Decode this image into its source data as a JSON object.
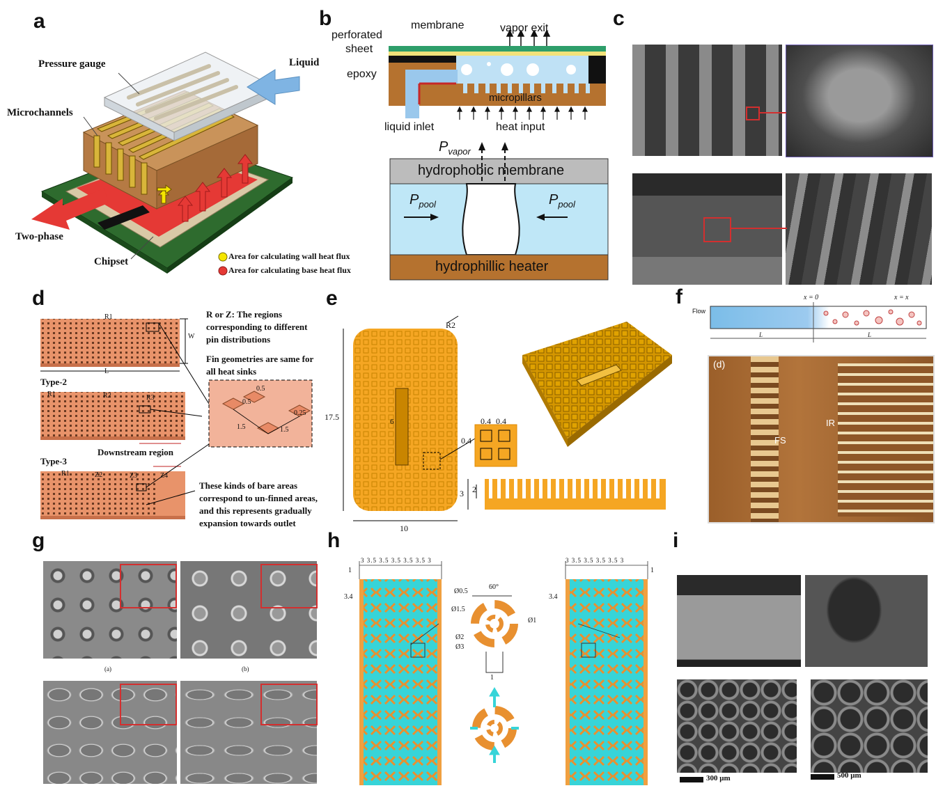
{
  "labels": {
    "a": "a",
    "b": "b",
    "c": "c",
    "d": "d",
    "e": "e",
    "f": "f",
    "g": "g",
    "h": "h",
    "i": "i"
  },
  "panel_a": {
    "pressure_gauge": "Pressure gauge",
    "liquid": "Liquid",
    "microchannels": "Microchannels",
    "two_phase": "Two-phase",
    "chipset": "Chipset",
    "legend_wall": "Area for calculating wall heat flux",
    "legend_base": "Area for calculating base heat flux",
    "colors": {
      "wall": "#f5e600",
      "base": "#e53935"
    }
  },
  "panel_b": {
    "perforated": "perforated",
    "sheet": "sheet",
    "membrane": "membrane",
    "vapor_exit": "vapor exit",
    "epoxy": "epoxy",
    "micropillars": "micropillars",
    "liquid_inlet": "liquid inlet",
    "heat_input": "heat input",
    "p_vapor": "P",
    "p_vapor_sub": "vapor",
    "hydrophobic": "hydrophobic membrane",
    "p_pool_left": "P",
    "p_pool_left_sub": "pool",
    "p_pool_right": "P",
    "p_pool_right_sub": "pool",
    "hydrophilic": "hydrophillic heater"
  },
  "panel_d": {
    "r1": "R1",
    "wh": "W",
    "lh": "L",
    "type2": "Type-2",
    "type3": "Type-3",
    "r1b": "R1",
    "r2": "R2",
    "r3": "R3",
    "z1": "R1",
    "z2": "Z2",
    "z3": "Z3",
    "z4": "Z4",
    "note1": "R or Z: The regions",
    "note2": "corresponding to different",
    "note3": "pin distributions",
    "note4": "Fin geometries are same for",
    "note5": "all heat sinks",
    "dim_05a": "0.5",
    "dim_05b": "0.5",
    "dim_15a": "1.5",
    "dim_15b": "1.5",
    "dim_025": "0.25",
    "downstream": "Downstream region",
    "bare1": "These kinds of bare areas",
    "bare2": "correspond to un-finned areas,",
    "bare3": "and this represents gradually",
    "bare4": "expansion towards outlet"
  },
  "panel_e": {
    "r2": "R2",
    "h175": "17.5",
    "w10": "10",
    "d6": "6",
    "d04a": "0.4",
    "d04b": "0.4",
    "d04c": "0.4",
    "d3": "3",
    "d2": "2"
  },
  "panel_f": {
    "flow": "Flow",
    "x0": "x = 0",
    "xend": "x = x",
    "lsp": "L",
    "ltp": "L",
    "sub_d": "(d)",
    "fs": "FS",
    "ir": "IR"
  },
  "panel_g": {
    "cap_a": "(a)",
    "cap_b": "(b)"
  },
  "panel_h": {
    "top_left_dims": "3  3.5  3.5  3.5  3.5  3.5  3",
    "top_right_dims": "3  3.5  3.5  3.5  3.5  3",
    "d34a": "3.4",
    "d34b": "3.4",
    "d1a": "1",
    "d1b": "1",
    "angle": "60°",
    "o05": "Ø0.5",
    "o15": "Ø1.5",
    "o2": "Ø2",
    "o3": "Ø3",
    "o1": "Ø1",
    "d1c": "1"
  },
  "panel_i": {
    "scale1": "300 μm",
    "scale2": "500 μm"
  }
}
